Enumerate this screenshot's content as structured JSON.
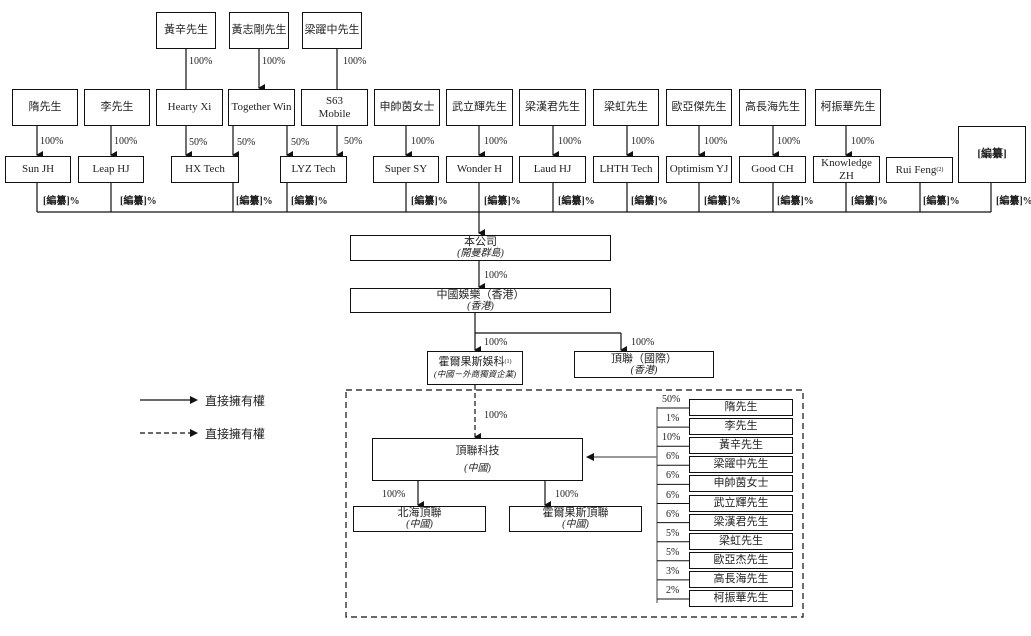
{
  "top_owners": [
    "黃辛先生",
    "黃志剛先生",
    "梁躍中先生"
  ],
  "row1": [
    "隋先生",
    "李先生",
    "Hearty Xi",
    "Together Win",
    "S63 Mobile",
    "申帥茵女士",
    "武立輝先生",
    "梁漢君先生",
    "梁虹先生",
    "歐亞傑先生",
    "高長海先生",
    "柯振華先生"
  ],
  "row1_s63": [
    "S63",
    "Mobile"
  ],
  "row2": [
    "Sun JH",
    "Leap HJ",
    "HX Tech",
    "LYZ Tech",
    "Super SY",
    "Wonder H",
    "Laud HJ",
    "LHTH Tech",
    "Optimism YJ",
    "Good CH",
    "Knowledge ZH",
    "Rui Feng"
  ],
  "rui_feng_note": "(2)",
  "redacted_box": "[編纂]",
  "pct_100": "100%",
  "pct_50": "50%",
  "redacted_pct": "[編纂]%",
  "company": {
    "name": "本公司",
    "sub": "(開曼群島)"
  },
  "china_ent_hk": {
    "name": "中國娛樂（香港）",
    "sub": "(香港)"
  },
  "horgos": {
    "name": "霍爾果斯娛科",
    "note": "(1)",
    "sub": "(中國－外商獨資企業)"
  },
  "dinglian_intl": {
    "name": "頂聯（國際）",
    "sub": "(香港)"
  },
  "dinglian_tech": {
    "name": "頂聯科技",
    "sub": "(中國)"
  },
  "beihai": {
    "name": "北海頂聯",
    "sub": "(中國)"
  },
  "horgos_dinglian": {
    "name": "霍爾果斯頂聯",
    "sub": "(中國)"
  },
  "legend": {
    "solid": "直接擁有權",
    "dashed": "直接擁有權"
  },
  "vie_holders": [
    {
      "name": "隋先生",
      "pct": "50%"
    },
    {
      "name": "李先生",
      "pct": "1%"
    },
    {
      "name": "黃辛先生",
      "pct": "10%"
    },
    {
      "name": "梁躍中先生",
      "pct": "6%"
    },
    {
      "name": "申帥茵女士",
      "pct": "6%"
    },
    {
      "name": "武立輝先生",
      "pct": "6%"
    },
    {
      "name": "梁漢君先生",
      "pct": "6%"
    },
    {
      "name": "梁虹先生",
      "pct": "5%"
    },
    {
      "name": "歐亞杰先生",
      "pct": "5%"
    },
    {
      "name": "高長海先生",
      "pct": "3%"
    },
    {
      "name": "柯振華先生",
      "pct": "2%"
    }
  ]
}
